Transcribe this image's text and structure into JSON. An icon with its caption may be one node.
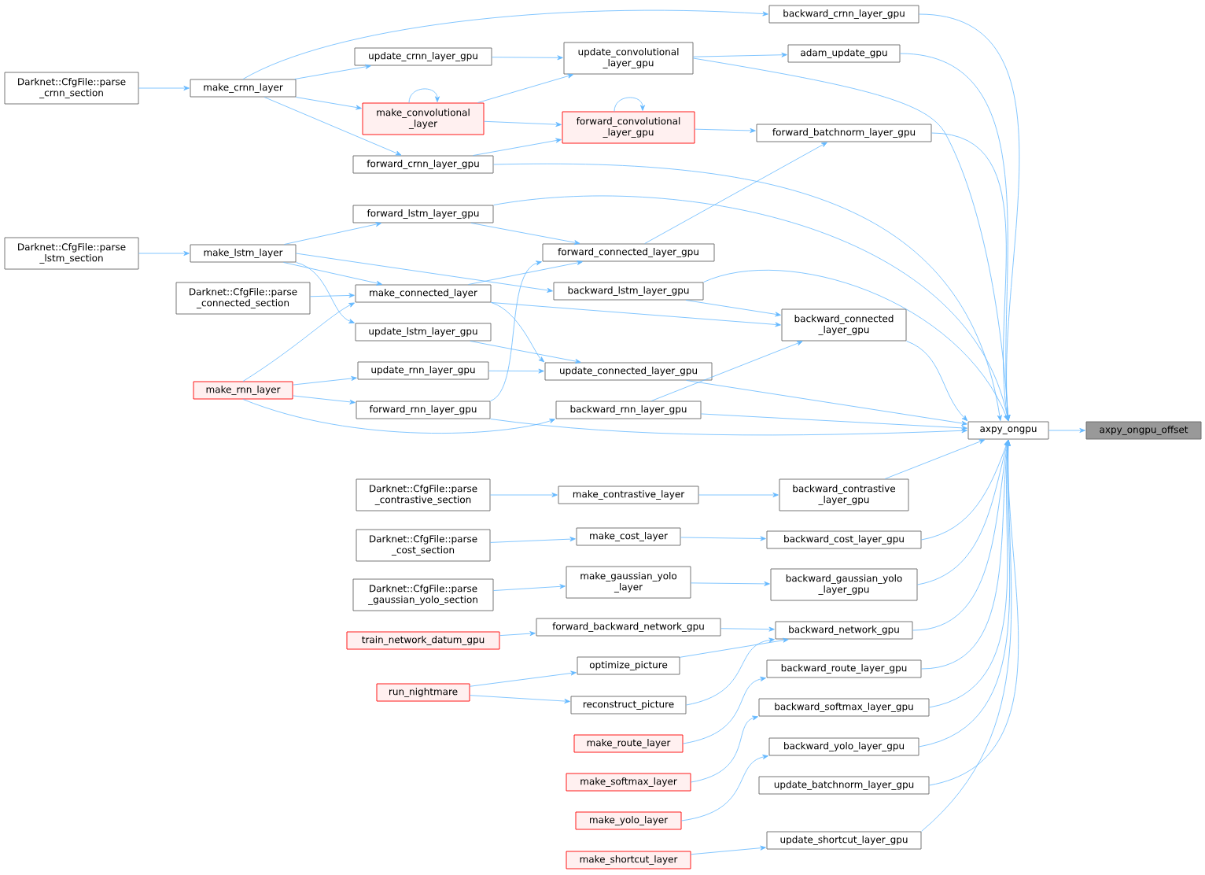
{
  "diagram": {
    "nodes": [
      {
        "text": [
          "axpy_ongpu_offset"
        ]
      },
      {
        "text": [
          "axpy_ongpu"
        ]
      },
      {
        "text": [
          "backward_crnn_layer_gpu"
        ]
      },
      {
        "text": [
          "adam_update_gpu"
        ]
      },
      {
        "text": [
          "update_convolutional _layer_gpu"
        ]
      },
      {
        "text": [
          "update_crnn_layer_gpu"
        ]
      },
      {
        "text": [
          "make_crnn_layer"
        ]
      },
      {
        "text": [
          "Darknet::CfgFile::parse _crnn_section"
        ]
      },
      {
        "text": [
          "make_convolutional _layer"
        ]
      },
      {
        "text": [
          "forward_convolutional _layer_gpu"
        ]
      },
      {
        "text": [
          "forward_batchnorm_layer_gpu"
        ]
      },
      {
        "text": [
          "forward_crnn_layer_gpu"
        ]
      },
      {
        "text": [
          "forward_lstm_layer_gpu"
        ]
      },
      {
        "text": [
          "make_lstm_layer"
        ]
      },
      {
        "text": [
          "Darknet::CfgFile::parse _lstm_section"
        ]
      },
      {
        "text": [
          "forward_connected_layer_gpu"
        ]
      },
      {
        "text": [
          "backward_lstm_layer_gpu"
        ]
      },
      {
        "text": [
          "make_connected_layer"
        ]
      },
      {
        "text": [
          "Darknet::CfgFile::parse _connected_section"
        ]
      },
      {
        "text": [
          "backward_connected _layer_gpu"
        ]
      },
      {
        "text": [
          "update_lstm_layer_gpu"
        ]
      },
      {
        "text": [
          "update_connected_layer_gpu"
        ]
      },
      {
        "text": [
          "update_rnn_layer_gpu"
        ]
      },
      {
        "text": [
          "make_rnn_layer"
        ]
      },
      {
        "text": [
          "forward_rnn_layer_gpu"
        ]
      },
      {
        "text": [
          "backward_rnn_layer_gpu"
        ]
      },
      {
        "text": [
          "Darknet::CfgFile::parse _contrastive_section"
        ]
      },
      {
        "text": [
          "make_contrastive_layer"
        ]
      },
      {
        "text": [
          "backward_contrastive _layer_gpu"
        ]
      },
      {
        "text": [
          "Darknet::CfgFile::parse _cost_section"
        ]
      },
      {
        "text": [
          "make_cost_layer"
        ]
      },
      {
        "text": [
          "backward_cost_layer_gpu"
        ]
      },
      {
        "text": [
          "Darknet::CfgFile::parse _gaussian_yolo_section"
        ]
      },
      {
        "text": [
          "make_gaussian_yolo _layer"
        ]
      },
      {
        "text": [
          "backward_gaussian_yolo _layer_gpu"
        ]
      },
      {
        "text": [
          "train_network_datum_gpu"
        ]
      },
      {
        "text": [
          "forward_backward_network_gpu"
        ]
      },
      {
        "text": [
          "backward_network_gpu"
        ]
      },
      {
        "text": [
          "optimize_picture"
        ]
      },
      {
        "text": [
          "run_nightmare"
        ]
      },
      {
        "text": [
          "reconstruct_picture"
        ]
      },
      {
        "text": [
          "backward_route_layer_gpu"
        ]
      },
      {
        "text": [
          "make_route_layer"
        ]
      },
      {
        "text": [
          "backward_softmax_layer_gpu"
        ]
      },
      {
        "text": [
          "make_softmax_layer"
        ]
      },
      {
        "text": [
          "backward_yolo_layer_gpu"
        ]
      },
      {
        "text": [
          "make_yolo_layer"
        ]
      },
      {
        "text": [
          "update_batchnorm_layer_gpu"
        ]
      },
      {
        "text": [
          "update_shortcut_layer_gpu"
        ]
      },
      {
        "text": [
          "make_shortcut_layer"
        ]
      }
    ],
    "edges": [
      {
        "from": 1,
        "to": 0,
        "arrow": "to"
      },
      {
        "from": 2,
        "to": 1,
        "arrow": "to"
      },
      {
        "from": 3,
        "to": 1,
        "arrow": "to"
      },
      {
        "from": 4,
        "to": 1,
        "arrow": "to"
      },
      {
        "from": 10,
        "to": 1,
        "arrow": "to"
      },
      {
        "from": 11,
        "to": 1,
        "arrow": "to"
      },
      {
        "from": 12,
        "to": 1,
        "arrow": "to"
      },
      {
        "from": 16,
        "to": 1,
        "arrow": "to"
      },
      {
        "from": 19,
        "to": 1,
        "arrow": "to"
      },
      {
        "from": 21,
        "to": 1,
        "arrow": "to"
      },
      {
        "from": 25,
        "to": 1,
        "arrow": "to"
      },
      {
        "from": 24,
        "to": 1,
        "arrow": "to"
      },
      {
        "from": 28,
        "to": 1,
        "arrow": "to"
      },
      {
        "from": 31,
        "to": 1,
        "arrow": "to"
      },
      {
        "from": 34,
        "to": 1,
        "arrow": "to"
      },
      {
        "from": 37,
        "to": 1,
        "arrow": "to"
      },
      {
        "from": 41,
        "to": 1,
        "arrow": "to"
      },
      {
        "from": 43,
        "to": 1,
        "arrow": "to"
      },
      {
        "from": 45,
        "to": 1,
        "arrow": "to"
      },
      {
        "from": 47,
        "to": 1,
        "arrow": "to"
      },
      {
        "from": 48,
        "to": 1,
        "arrow": "to"
      },
      {
        "from": 6,
        "to": 2,
        "arrow": "to"
      },
      {
        "from": 4,
        "to": 3,
        "arrow": "to"
      },
      {
        "from": 5,
        "to": 4,
        "arrow": "to"
      },
      {
        "from": 8,
        "to": 4,
        "arrow": "to"
      },
      {
        "from": 6,
        "to": 5,
        "arrow": "to"
      },
      {
        "from": 7,
        "to": 6,
        "arrow": "to"
      },
      {
        "from": 6,
        "to": 8,
        "arrow": "to"
      },
      {
        "from": 6,
        "to": 11,
        "arrow": "to"
      },
      {
        "from": 8,
        "to": 8,
        "arrow": "to"
      },
      {
        "from": 8,
        "to": 9,
        "arrow": "to"
      },
      {
        "from": 9,
        "to": 9,
        "arrow": "to"
      },
      {
        "from": 11,
        "to": 9,
        "arrow": "to"
      },
      {
        "from": 9,
        "to": 10,
        "arrow": "to"
      },
      {
        "from": 15,
        "to": 10,
        "arrow": "to"
      },
      {
        "from": 12,
        "to": 15,
        "arrow": "to"
      },
      {
        "from": 13,
        "to": 12,
        "arrow": "to"
      },
      {
        "from": 14,
        "to": 13,
        "arrow": "to"
      },
      {
        "from": 13,
        "to": 16,
        "arrow": "to"
      },
      {
        "from": 13,
        "to": 17,
        "arrow": "to"
      },
      {
        "from": 13,
        "to": 20,
        "arrow": "to"
      },
      {
        "from": 17,
        "to": 15,
        "arrow": "to"
      },
      {
        "from": 24,
        "to": 15,
        "arrow": "to"
      },
      {
        "from": 16,
        "to": 19,
        "arrow": "to"
      },
      {
        "from": 17,
        "to": 19,
        "arrow": "to"
      },
      {
        "from": 25,
        "to": 19,
        "arrow": "to"
      },
      {
        "from": 18,
        "to": 17,
        "arrow": "to"
      },
      {
        "from": 23,
        "to": 17,
        "arrow": "to"
      },
      {
        "from": 17,
        "to": 21,
        "arrow": "to"
      },
      {
        "from": 20,
        "to": 21,
        "arrow": "to"
      },
      {
        "from": 22,
        "to": 21,
        "arrow": "to"
      },
      {
        "from": 23,
        "to": 22,
        "arrow": "to"
      },
      {
        "from": 23,
        "to": 24,
        "arrow": "to"
      },
      {
        "from": 23,
        "to": 25,
        "arrow": "to"
      },
      {
        "from": 26,
        "to": 27,
        "arrow": "to"
      },
      {
        "from": 27,
        "to": 28,
        "arrow": "to"
      },
      {
        "from": 29,
        "to": 30,
        "arrow": "to"
      },
      {
        "from": 30,
        "to": 31,
        "arrow": "to"
      },
      {
        "from": 32,
        "to": 33,
        "arrow": "to"
      },
      {
        "from": 33,
        "to": 34,
        "arrow": "to"
      },
      {
        "from": 35,
        "to": 36,
        "arrow": "to"
      },
      {
        "from": 36,
        "to": 37,
        "arrow": "to"
      },
      {
        "from": 38,
        "to": 37,
        "arrow": "to"
      },
      {
        "from": 40,
        "to": 37,
        "arrow": "to"
      },
      {
        "from": 39,
        "to": 38,
        "arrow": "to"
      },
      {
        "from": 39,
        "to": 40,
        "arrow": "to"
      },
      {
        "from": 42,
        "to": 41,
        "arrow": "to"
      },
      {
        "from": 44,
        "to": 43,
        "arrow": "to"
      },
      {
        "from": 46,
        "to": 45,
        "arrow": "to"
      },
      {
        "from": 49,
        "to": 48,
        "arrow": "to"
      }
    ]
  }
}
